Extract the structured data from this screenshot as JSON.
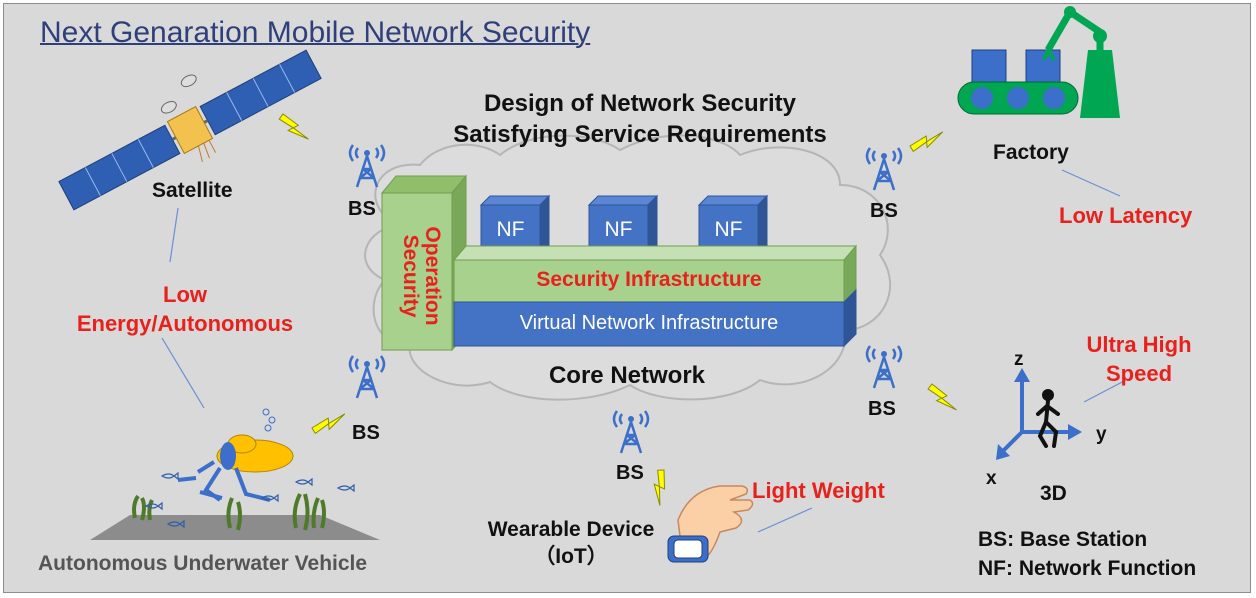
{
  "title": "Next Genaration Mobile Network Security",
  "heading": [
    "Design of Network Security",
    "Satisfying Service Requirements"
  ],
  "core": {
    "operation_security": [
      "Operation",
      "Security"
    ],
    "nf": [
      "NF",
      "NF",
      "NF"
    ],
    "security_infrastructure": "Security Infrastructure",
    "virtual_network_infrastructure": "Virtual Network Infrastructure",
    "core_network": "Core Network"
  },
  "base_stations": [
    "BS",
    "BS",
    "BS",
    "BS",
    "BS"
  ],
  "nodes": {
    "satellite": "Satellite",
    "factory": "Factory",
    "auv": "Autonomous Underwater Vehicle",
    "wearable": [
      "Wearable Device",
      "（IoT）"
    ],
    "threed": "3D",
    "axis_x": "x",
    "axis_y": "y",
    "axis_z": "z"
  },
  "requirements": {
    "low_energy": [
      "Low",
      "Energy/Autonomous"
    ],
    "low_latency": "Low Latency",
    "ultra_high_speed": [
      "Ultra High",
      "Speed"
    ],
    "light_weight": "Light Weight"
  },
  "legend": [
    "BS: Base Station",
    "NF: Network Function"
  ],
  "colors": {
    "accent_red": "#e8211c",
    "core_blue": "#4472c4",
    "security_green": "#a9d18e",
    "title_blue": "#2f3f7a",
    "factory_green": "#00a651",
    "lightning_yellow": "#ffff00"
  }
}
